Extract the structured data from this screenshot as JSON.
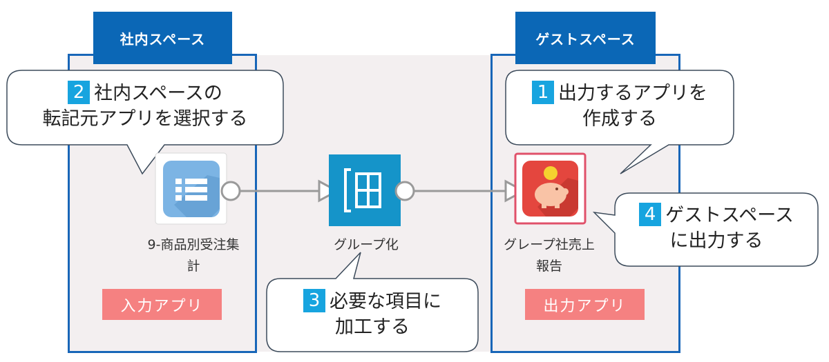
{
  "spaces": {
    "internal": {
      "title": "社内スペース"
    },
    "guest": {
      "title": "ゲストスペース"
    }
  },
  "apps": {
    "source": {
      "name_line1": "9-商品別受注集",
      "name_line2": "計",
      "icon": "list-icon",
      "tag": "入力アプリ"
    },
    "group": {
      "name": "グループ化",
      "icon": "table-group-icon"
    },
    "output": {
      "name_line1": "グレープ社売上",
      "name_line2": "報告",
      "icon": "piggy-bank-icon",
      "tag": "出力アプリ"
    }
  },
  "callouts": {
    "step2": {
      "number": "2",
      "line1": "社内スペースの",
      "line2": "転記元アプリを選択する"
    },
    "step1": {
      "number": "1",
      "line1": "出力するアプリを",
      "line2": "作成する"
    },
    "step3": {
      "number": "3",
      "line1": "必要な項目に",
      "line2": "加工する"
    },
    "step4": {
      "number": "4",
      "line1": "ゲストスペース",
      "line2": "に出力する"
    }
  },
  "colors": {
    "space_border": "#1866b8",
    "space_title_bg": "#0b67b6",
    "tag_bg": "#f58181",
    "step_badge": "#17a4df",
    "group_node": "#1594c9",
    "source_icon": "#7cb4e4",
    "output_icon": "#e4463e"
  }
}
